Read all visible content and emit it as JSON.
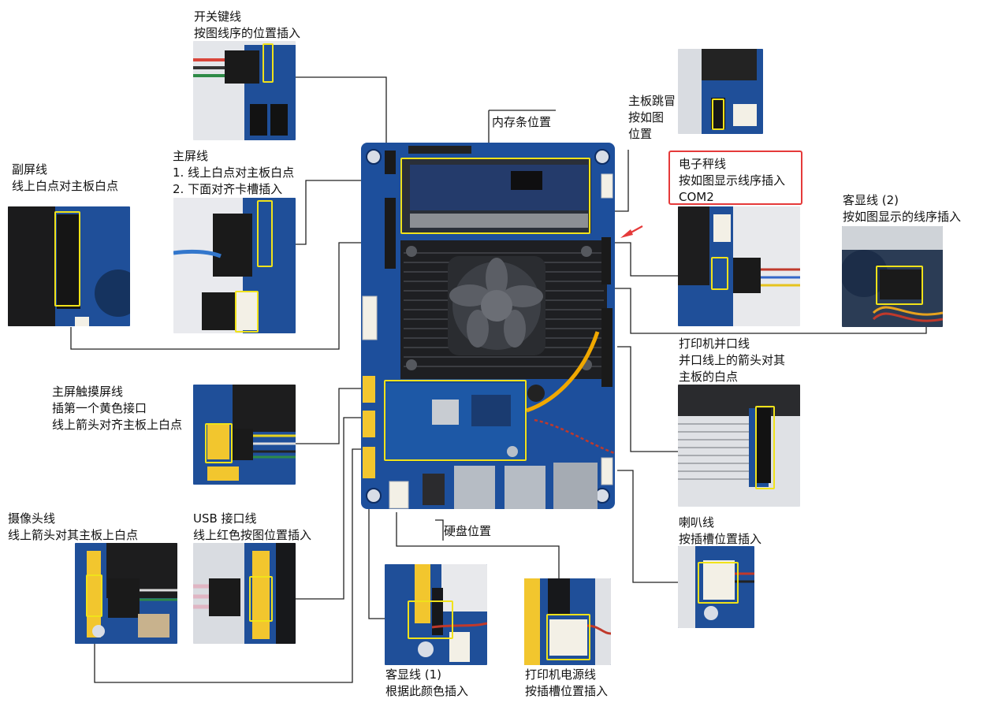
{
  "colors": {
    "board": "#1d4f9c",
    "board_dark": "#133a78",
    "highlight": "#f0e21a",
    "alert": "#e53a3a",
    "heatsink": "#1e1f22",
    "connector": "#f2c62e",
    "wire": "#222222"
  },
  "labels": {
    "power_switch": {
      "line1": "开关键线",
      "line2": "按图线序的位置插入"
    },
    "memory": {
      "line1": "内存条位置"
    },
    "board_jumper": {
      "line1": "主板跳冒",
      "line2": "按如图",
      "line3": "位置"
    },
    "scale_cable": {
      "line1": "电子秤线",
      "line2": "按如图显示线序插入",
      "line3": "COM2"
    },
    "customer_display_2": {
      "line1": "客显线 (2)",
      "line2": "按如图显示的线序插入"
    },
    "sub_screen": {
      "line1": "副屏线",
      "line2": "线上白点对主板白点"
    },
    "main_screen": {
      "line1": "主屏线",
      "line2": "1. 线上白点对主板白点",
      "line3": "2. 下面对齐卡槽插入"
    },
    "printer_parallel": {
      "line1": "打印机并口线",
      "line2": "并口线上的箭头对其",
      "line3": "主板的白点"
    },
    "touch_screen": {
      "line1": "主屏触摸屏线",
      "line2": "插第一个黄色接口",
      "line3": "线上箭头对齐主板上白点"
    },
    "camera": {
      "line1": "摄像头线",
      "line2": "线上箭头对其主板上白点"
    },
    "usb": {
      "line1": "USB 接口线",
      "line2": "线上红色按图位置插入"
    },
    "hdd": {
      "line1": "硬盘位置"
    },
    "speaker": {
      "line1": "喇叭线",
      "line2": "按插槽位置插入"
    },
    "customer_display_1": {
      "line1": "客显线 (1)",
      "line2": "根据此颜色插入"
    },
    "printer_power": {
      "line1": "打印机电源线",
      "line2": "按插槽位置插入"
    }
  }
}
